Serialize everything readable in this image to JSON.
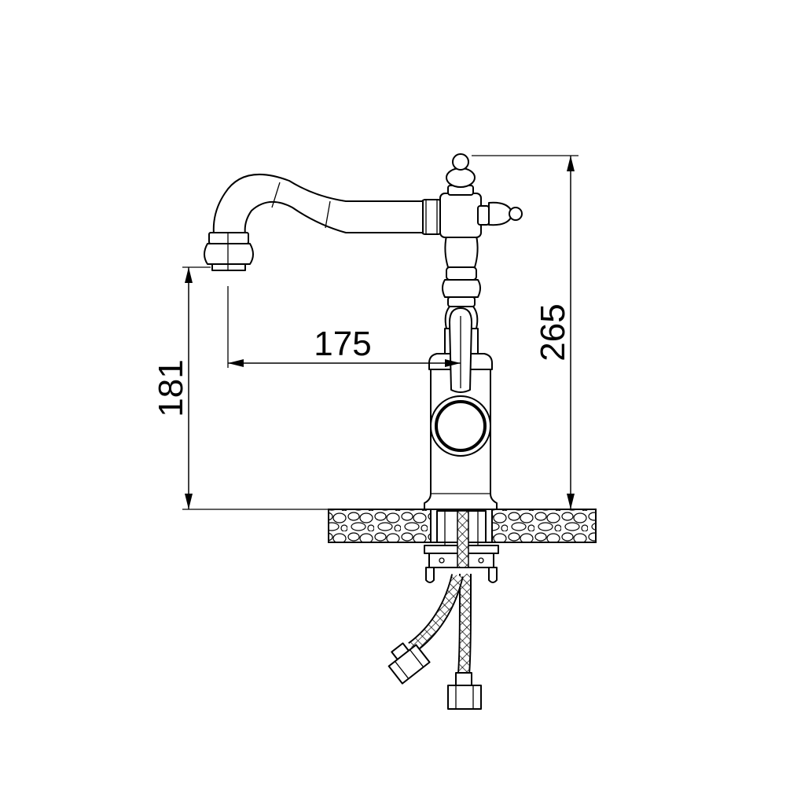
{
  "dimensions": {
    "spout_reach": "175",
    "spout_height": "181",
    "total_height": "265"
  },
  "colors": {
    "line": "#000000",
    "background": "#ffffff"
  }
}
